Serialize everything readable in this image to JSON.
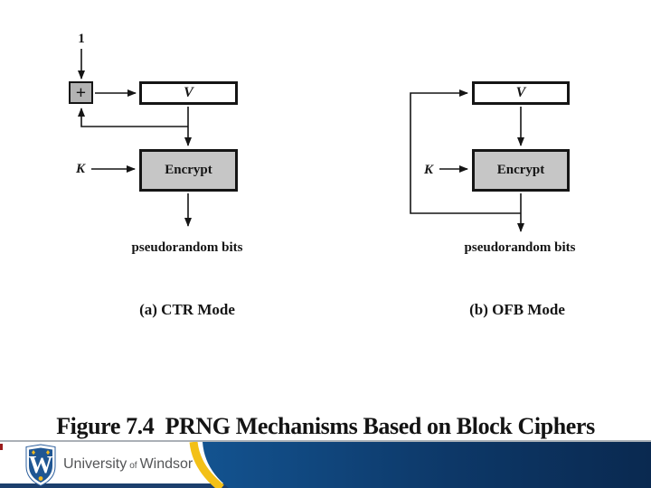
{
  "slide": {
    "caption": "Figure 7.4  PRNG Mechanisms Based on Block Ciphers"
  },
  "diagram_a": {
    "title": "(a) CTR Mode",
    "increment_label": "1",
    "plus_label": "+",
    "v_label": "V",
    "key_label": "K",
    "encrypt_label": "Encrypt",
    "output_label": "pseudorandom bits"
  },
  "diagram_b": {
    "title": "(b) OFB Mode",
    "v_label": "V",
    "key_label": "K",
    "encrypt_label": "Encrypt",
    "output_label": "pseudorandom bits"
  },
  "footer": {
    "logo_w": "W",
    "university_part1": "University",
    "university_part2": "of",
    "university_part3": "Windsor"
  },
  "colors": {
    "box_gray": "#c6c6c6",
    "plus_gray": "#b3b3b3",
    "line_black": "#151515",
    "divider_gray": "#aab0b6",
    "band_blue_left": "#135390",
    "band_blue_right": "#0a2950",
    "band_strip_navy": "#1c3f6d",
    "stripe_yellow": "#f3c017",
    "shield_blue": "#1f5693",
    "accent_red": "#9b1c1c"
  }
}
